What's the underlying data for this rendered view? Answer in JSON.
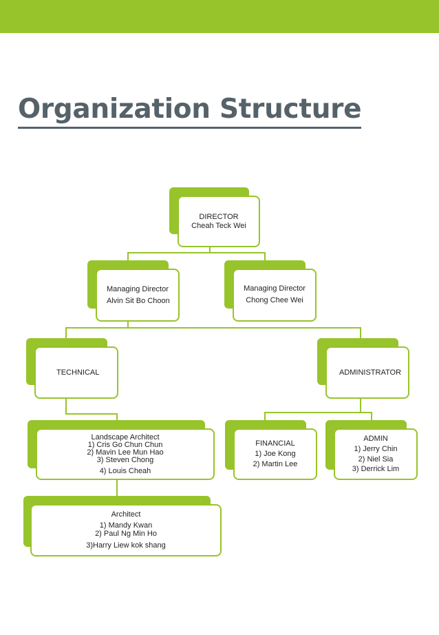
{
  "page": {
    "title": "Organization Structure"
  },
  "colors": {
    "accent": "#97c42a",
    "title": "#56626a",
    "text": "#222222",
    "box_fill": "#ffffff"
  },
  "nodes": {
    "director": {
      "role": "DIRECTOR",
      "name": "Cheah Teck Wei"
    },
    "md_alvin": {
      "role": "Managing Director",
      "name": "Alvin Sit Bo Choon"
    },
    "md_chong": {
      "role": "Managing Director",
      "name": "Chong Chee Wei"
    },
    "technical": {
      "label": "TECHNICAL"
    },
    "administrator": {
      "label": "ADMINISTRATOR"
    },
    "landscape": {
      "title": "Landscape Architect",
      "members": [
        "1) Cris Go Chun Chun",
        "2) Mavin Lee Mun Hao",
        "3) Steven Chong",
        "4) Louis Cheah"
      ]
    },
    "financial": {
      "title": "FINANCIAL",
      "members": [
        "1) Joe Kong",
        "2) Martin Lee"
      ]
    },
    "admin": {
      "title": "ADMIN",
      "members": [
        "1) Jerry Chin",
        "2) Niel Sia",
        "3) Derrick Lim"
      ]
    },
    "architect": {
      "title": "Architect",
      "members": [
        "1) Mandy Kwan",
        "2) Paul Ng Min Ho",
        "3)Harry Liew kok shang"
      ]
    }
  }
}
